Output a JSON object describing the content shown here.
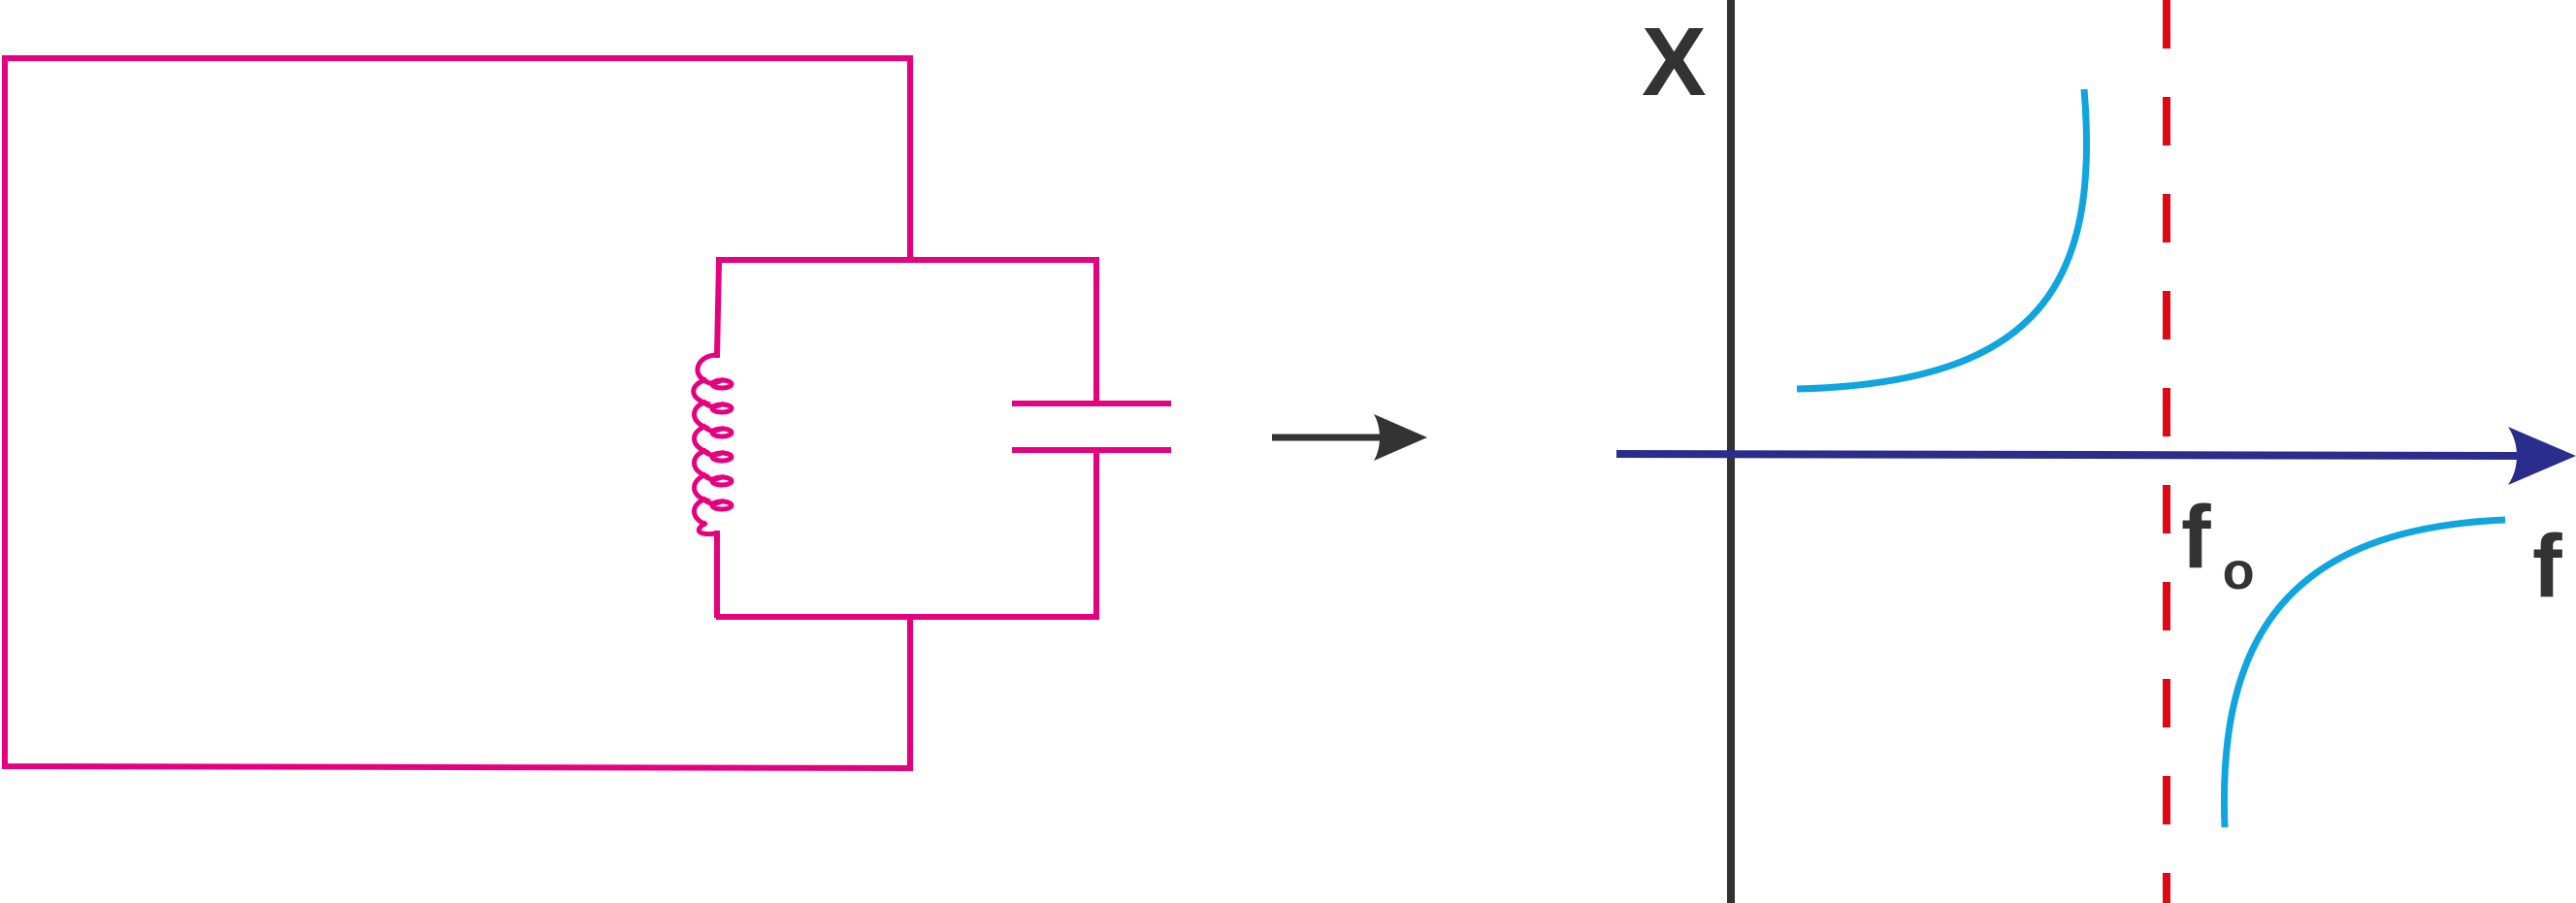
{
  "colors": {
    "circuit": "#e6007e",
    "arrow": "#333333",
    "axis": "#333333",
    "frequency_axis": "#2b2d8c",
    "resonance_line": "#e30613",
    "reactance_curve": "#0ea5e0"
  },
  "graph": {
    "y_axis_label": "X",
    "x_axis_label": "f",
    "resonance_label_main": "f",
    "resonance_label_sub": "o"
  }
}
